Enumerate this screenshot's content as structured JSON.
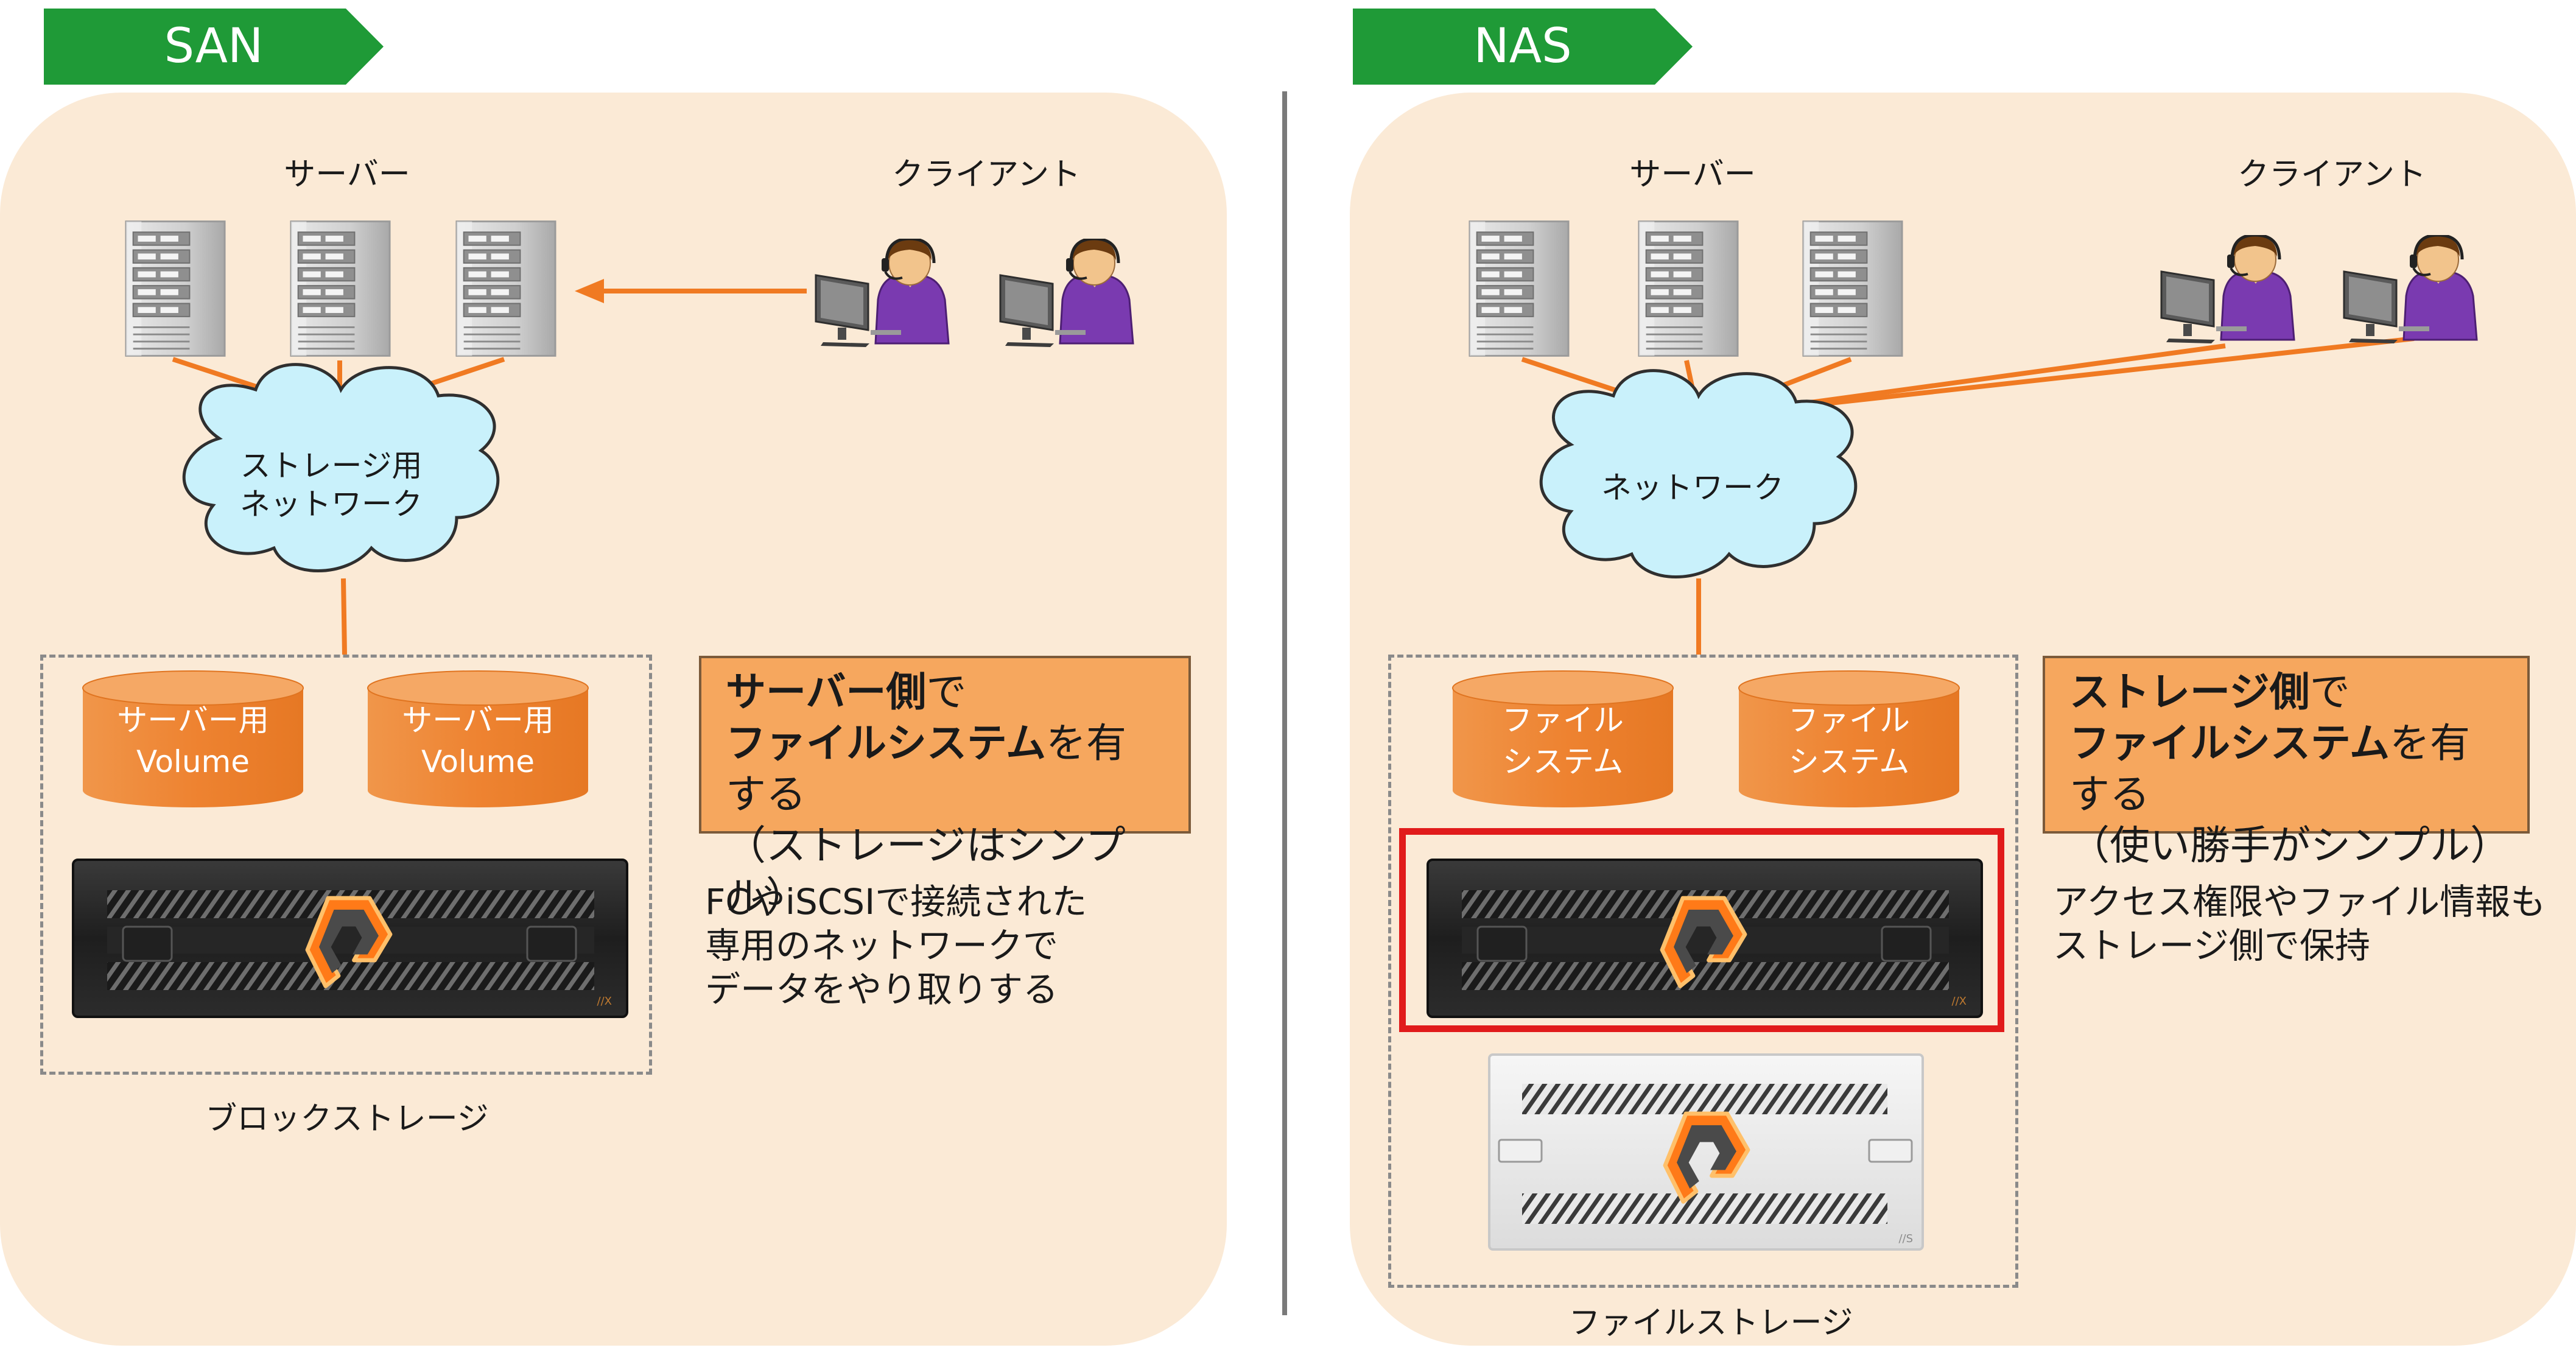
{
  "san": {
    "tag": "SAN",
    "server_label": "サーバー",
    "client_label": "クライアント",
    "network_line1": "ストレージ用",
    "network_line2": "ネットワーク",
    "volume_line1": "サーバー用",
    "volume_line2": "Volume",
    "storage_caption": "ブロックストレージ",
    "callout_bold1": "サーバー側",
    "callout_rest1": "で",
    "callout_bold2": "ファイルシステム",
    "callout_rest2": "を有する",
    "callout_line3": "（ストレージはシンプル）",
    "note_line1": "FCやiSCSIで接続された",
    "note_line2": "専用のネットワークで",
    "note_line3": "データをやり取りする"
  },
  "nas": {
    "tag": "NAS",
    "server_label": "サーバー",
    "client_label": "クライアント",
    "network_label": "ネットワーク",
    "fs_line1": "ファイル",
    "fs_line2": "システム",
    "storage_caption": "ファイルストレージ",
    "callout_bold1": "ストレージ側",
    "callout_rest1": "で",
    "callout_bold2": "ファイルシステム",
    "callout_rest2": "を有する",
    "callout_line3": "（使い勝手がシンプル）",
    "note_line1": "アクセス権限やファイル情報も",
    "note_line2": "ストレージ側で保持"
  },
  "device_badges": {
    "dark": "//X",
    "light": "//S"
  },
  "colors": {
    "tag_green": "#1f9a37",
    "panel_bg": "#fbead6",
    "link_orange": "#f07a22",
    "cylinder_orange": "#ef8a33",
    "callout_orange": "#f6a75e",
    "cloud_blue": "#c9f1fb",
    "highlight_red": "#e11b1b",
    "client_purple": "#8a3fb8"
  },
  "icons": [
    "server-tower-icon",
    "client-operator-icon",
    "network-cloud-icon",
    "storage-volume-icon",
    "storage-array-icon"
  ]
}
